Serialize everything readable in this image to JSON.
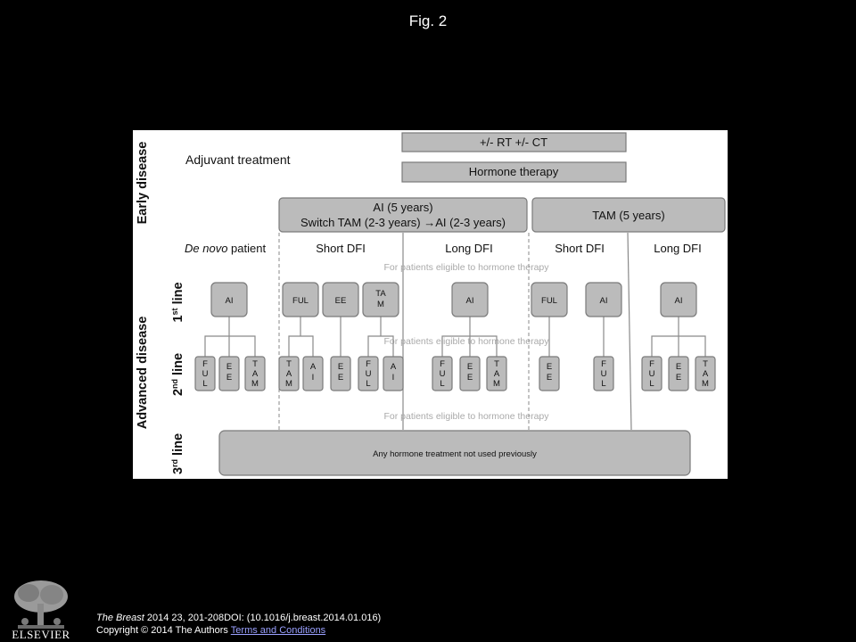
{
  "figure_title": "Fig. 2",
  "side_labels": {
    "early": "Early disease",
    "advanced": "Advanced disease",
    "line1_num": "1",
    "line1_sup": "st",
    "line1_word": " line",
    "line2_num": "2",
    "line2_sup": "nd",
    "line2_word": " line",
    "line3_num": "3",
    "line3_sup": "rd",
    "line3_word": " line"
  },
  "adjuvant": {
    "label": "Adjuvant treatment",
    "rt_ct": "+/- RT +/- CT",
    "hormone": "Hormone therapy",
    "ai_line1": "AI (5 years)",
    "ai_line2": "Switch TAM (2-3 years) →AI (2-3 years)",
    "tam": "TAM (5 years)"
  },
  "headers": {
    "de_novo_italic": "De novo",
    "de_novo_rest": " patient",
    "short_dfi_1": "Short DFI",
    "long_dfi_1": "Long DFI",
    "short_dfi_2": "Short DFI",
    "long_dfi_2": "Long DFI"
  },
  "eligibility_note": "For patients eligible to hormone therapy",
  "first_line": {
    "ai_denovo": "AI",
    "ful": "FUL",
    "ee": "EE",
    "tam_l1": "TA",
    "tam_l2": "M",
    "ai_long": "AI",
    "ful_tam": "FUL",
    "ai_tam_short": "AI",
    "ai_tam_long": "AI"
  },
  "second_line": {
    "ful": [
      "F",
      "U",
      "L"
    ],
    "ee": [
      "E",
      "E"
    ],
    "tam": [
      "T",
      "A",
      "M"
    ],
    "ai": [
      "A",
      "I"
    ]
  },
  "third_line": "Any hormone treatment not used previously",
  "citation": {
    "journal": "The Breast",
    "details": " 2014 23, 201-208DOI: (10.1016/j.breast.2014.01.016)",
    "copyright": "Copyright © 2014 The Authors ",
    "terms_link": "Terms and Conditions"
  },
  "publisher": "ELSEVIER",
  "colors": {
    "box_fill": "#bbbbbb",
    "box_stroke": "#7a7a7a",
    "note_text": "#aaaaaa"
  }
}
